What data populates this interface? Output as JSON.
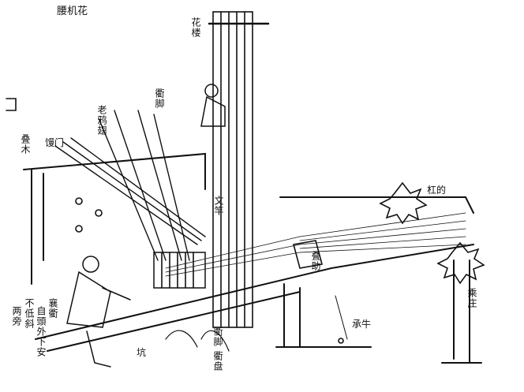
{
  "labels": {
    "title": "腰机花",
    "hualou": "花楼",
    "qujin": "衢脚",
    "laojin": "老鸦翅",
    "niukou": "馒门",
    "senmu": "叠木",
    "wenban": "文竿",
    "diejiao": "叠助",
    "gunzi": "杠的",
    "chengniu": "承牛",
    "mozuo": "乘庄",
    "kang": "坑",
    "beijian": "衢脚",
    "pan": "衢盘",
    "note_col1": "两旁",
    "note_col2": "不低斜",
    "note_col3": "自頭外下安",
    "note_col4": "襄衢"
  },
  "colors": {
    "ink": "#111111",
    "paper": "#ffffff"
  }
}
